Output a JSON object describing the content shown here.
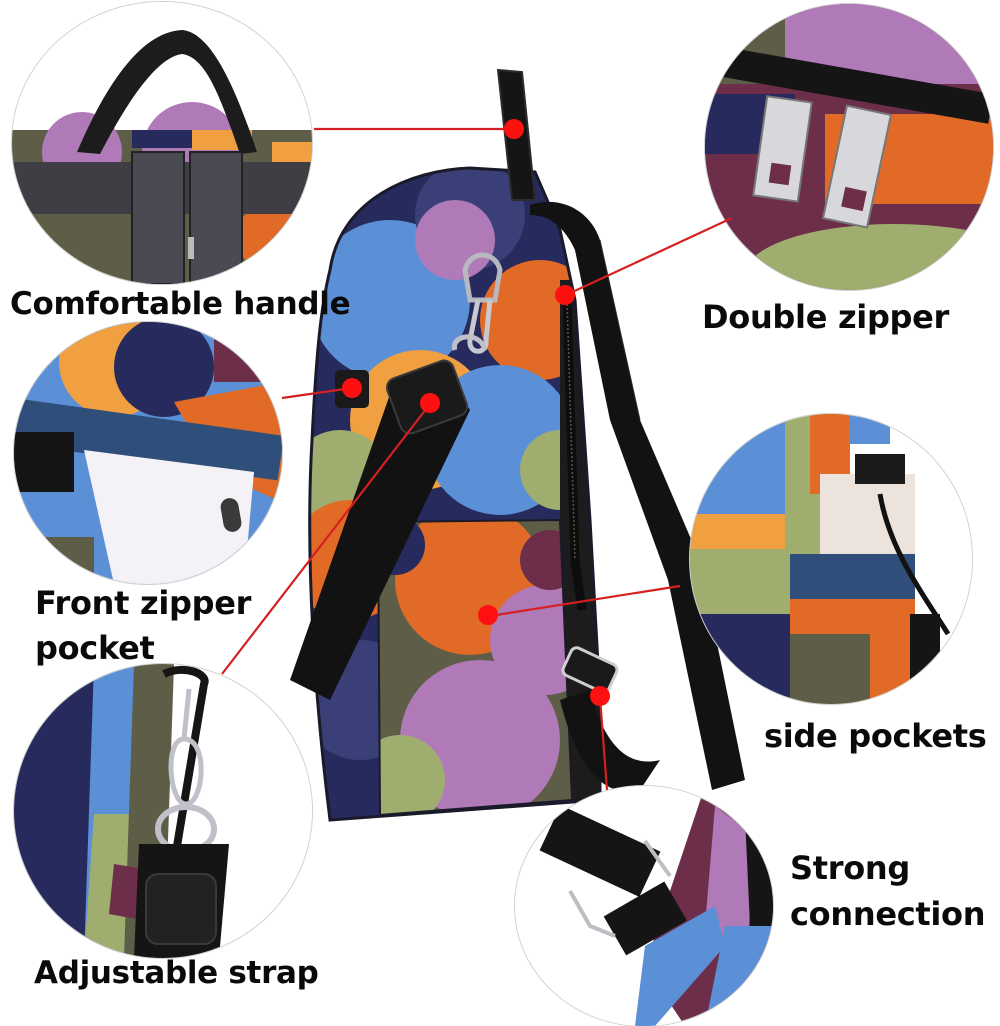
{
  "product": {
    "type": "multi-color geometric pattern anti-theft backpack (side view)",
    "pattern_colors": {
      "navy": "#262a5c",
      "sky_blue": "#5b8fd6",
      "orange": "#e06a26",
      "amber": "#f0a040",
      "sage": "#9fae6e",
      "olive": "#5e5e48",
      "lilac": "#b07ab8",
      "plum": "#6d2e4a",
      "black_strap": "#141414"
    }
  },
  "callout": {
    "line_color": "#d42020",
    "dot_color": "#ff1010"
  },
  "features": [
    {
      "id": "comfortable-handle",
      "label": "Comfortable handle",
      "position": "top-left"
    },
    {
      "id": "double-zipper",
      "label": "Double zipper",
      "position": "top-right"
    },
    {
      "id": "front-zipper-pocket",
      "label_line1": "Front zipper",
      "label_line2": "pocket",
      "position": "middle-left"
    },
    {
      "id": "side-pockets",
      "label": "side pockets",
      "position": "middle-right"
    },
    {
      "id": "adjustable-strap",
      "label": "Adjustable strap",
      "position": "bottom-left"
    },
    {
      "id": "strong-connection",
      "label_line1": "Strong",
      "label_line2": "connection",
      "position": "bottom-right"
    }
  ]
}
